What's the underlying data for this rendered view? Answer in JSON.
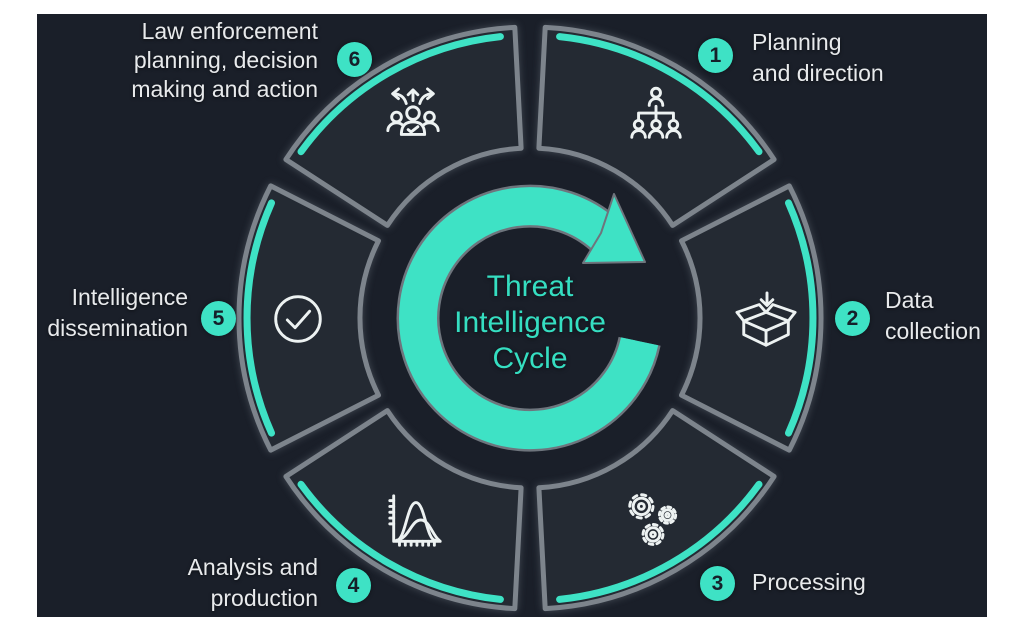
{
  "title": {
    "heading_lines": [
      "Threat",
      "Intelligence",
      "Cycle"
    ]
  },
  "steps": [
    {
      "number": "1",
      "lines": [
        "Planning",
        "and direction"
      ],
      "icon": "org-chart-icon"
    },
    {
      "number": "2",
      "lines": [
        "Data",
        "collection"
      ],
      "icon": "open-box-download-icon"
    },
    {
      "number": "3",
      "lines": [
        "Processing"
      ],
      "icon": "gears-icon"
    },
    {
      "number": "4",
      "lines": [
        "Analysis and",
        "production"
      ],
      "icon": "bell-curve-chart-icon"
    },
    {
      "number": "5",
      "lines": [
        "Intelligence",
        "dissemination"
      ],
      "icon": "check-circle-icon"
    },
    {
      "number": "6",
      "lines": [
        "Law enforcement",
        "planning, decision",
        "making and action"
      ],
      "icon": "decision-paths-icon"
    }
  ],
  "colors": {
    "accent_teal": "#3ee2c5",
    "title_teal": "#35dec1",
    "background_panel": "#1a1f29",
    "segment_fill": "#242a33",
    "segment_border": "#7d848c",
    "label_text": "#e8eaec",
    "badge_number": "#15202a",
    "icon_stroke": "#edf2f2"
  }
}
